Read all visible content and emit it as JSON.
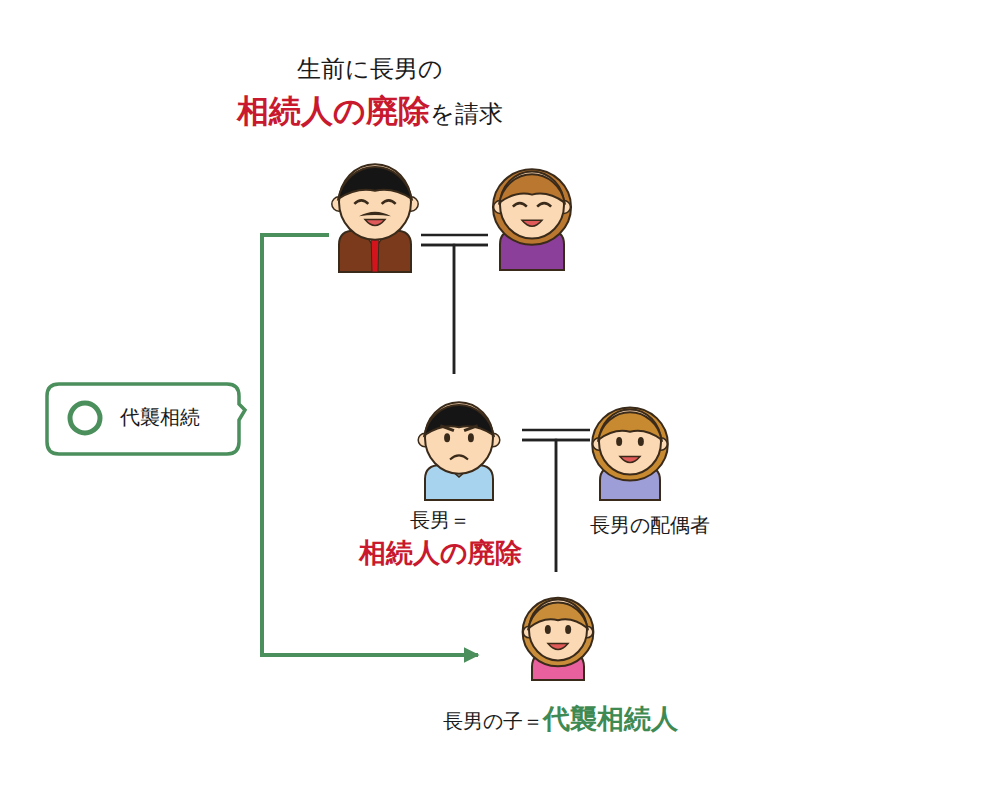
{
  "diagram": {
    "nodes": [
      {
        "text": [
          "生前に長男の",
          "相続人の廃除",
          "を請求"
        ]
      },
      {
        "text": []
      },
      {
        "text": [
          "長男＝",
          "相続人の廃除"
        ]
      },
      {
        "text": [
          "長男の配偶者"
        ]
      },
      {
        "text": [
          "代襲相続"
        ]
      },
      {
        "text": [
          "長男の子＝",
          "代襲相続人"
        ]
      }
    ],
    "edges": [
      {
        "from": 0,
        "to": 1,
        "arrow": "none"
      },
      {
        "from": 0,
        "to": 2,
        "arrow": "none"
      },
      {
        "from": 1,
        "to": 2,
        "arrow": "none"
      },
      {
        "from": 2,
        "to": 3,
        "arrow": "none"
      },
      {
        "from": 2,
        "to": 5,
        "arrow": "none"
      },
      {
        "from": 3,
        "to": 5,
        "arrow": "none"
      },
      {
        "from": 0,
        "to": 5,
        "arrow": "to"
      }
    ]
  }
}
